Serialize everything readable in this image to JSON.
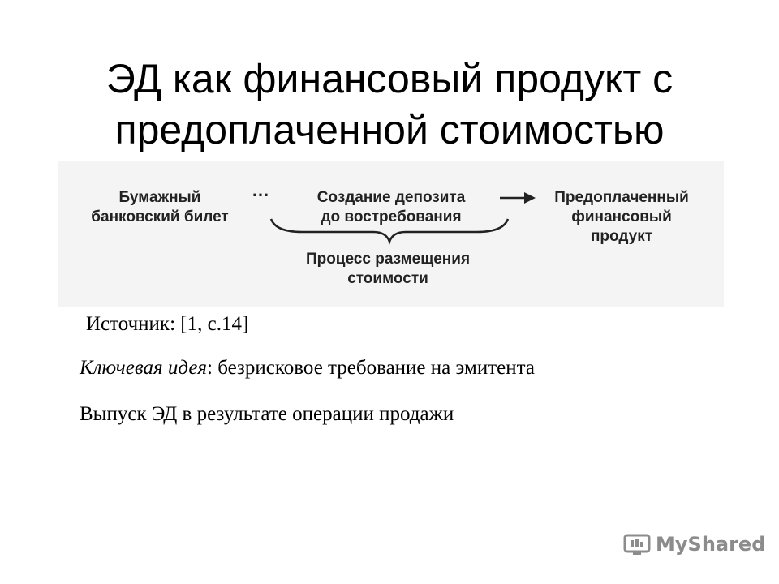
{
  "slide": {
    "title_line1": "ЭД как финансовый продукт с",
    "title_line2": "предоплаченной стоимостью"
  },
  "diagram": {
    "left_box": [
      "Бумажный",
      "банковский билет"
    ],
    "ellipsis": "…",
    "middle_box": [
      "Создание депозита",
      "до востребования"
    ],
    "right_box": [
      "Предоплаченный",
      "финансовый",
      "продукт"
    ],
    "bottom_box": [
      "Процесс размещения",
      "стоимости"
    ]
  },
  "text": {
    "source": "Источник: [1, с.14]",
    "key_idea_label": "Ключевая идея",
    "key_idea_rest": ": безрисковое требование на эмитента",
    "issue": "Выпуск ЭД в результате операции продажи"
  },
  "watermark": {
    "text": "MyShared",
    "icon": "mortarboard-icon",
    "color": "#8c8c8c"
  }
}
